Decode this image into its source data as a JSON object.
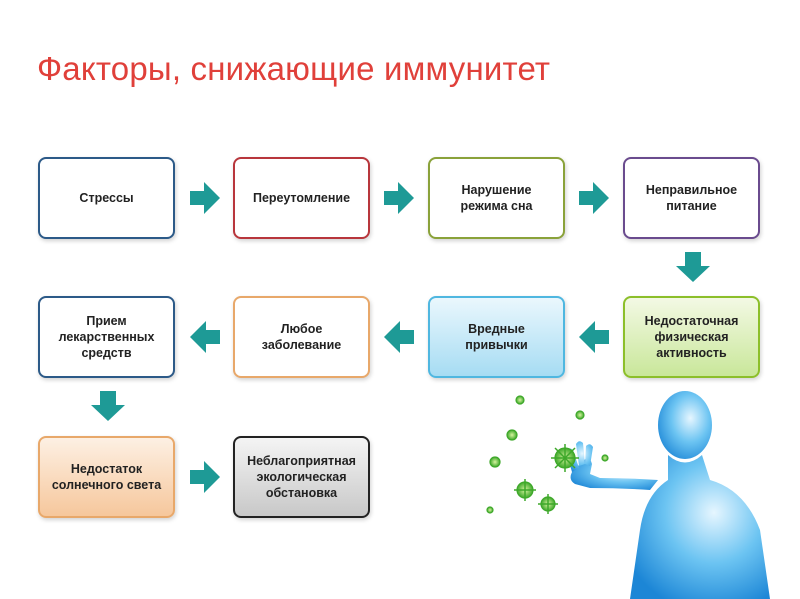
{
  "title": "Факторы, снижающие иммунитет",
  "boxes": {
    "stress": "Стрессы",
    "overwork": "Переутомление",
    "sleep": "Нарушение режима сна",
    "nutrition": "Неправильное питание",
    "activity": "Недостаточная физическая активность",
    "habits": "Вредные привычки",
    "disease": "Любое заболевание",
    "medication": "Прием лекарственных средств",
    "sunlight": "Недостаток солнечного света",
    "ecology": "Неблагоприятная экологическая обстановка"
  },
  "colors": {
    "title": "#e0403a",
    "arrow": "#1e9a96",
    "figure": "#2aa0e8",
    "virus": "#5cc43a"
  },
  "illustration": "human-figure-blocking-virus-icon"
}
